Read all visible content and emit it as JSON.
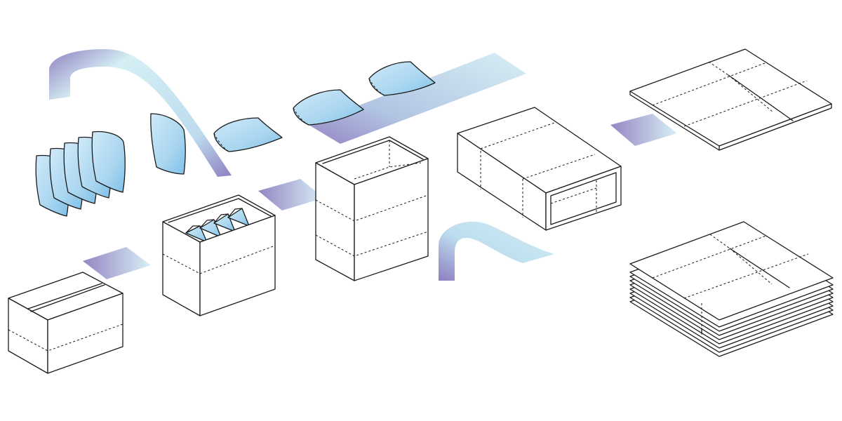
{
  "diagram": {
    "type": "packaging-process-illustration",
    "colors": {
      "background": "#ffffff",
      "outline": "#1a1a1a",
      "pouch_fill": "#a9d6f0",
      "pouch_shade": "#7fc0e8",
      "arrow_light": "#d3eef4",
      "arrow_dark": "#8878bd"
    },
    "stages": [
      "flat-blanks-single",
      "flat-blanks-stack",
      "open-tube-carton",
      "erected-tall-carton",
      "carton-with-pouches-and-divider",
      "sealed-shipping-case",
      "pouch-conveyor",
      "pouch-group"
    ]
  }
}
